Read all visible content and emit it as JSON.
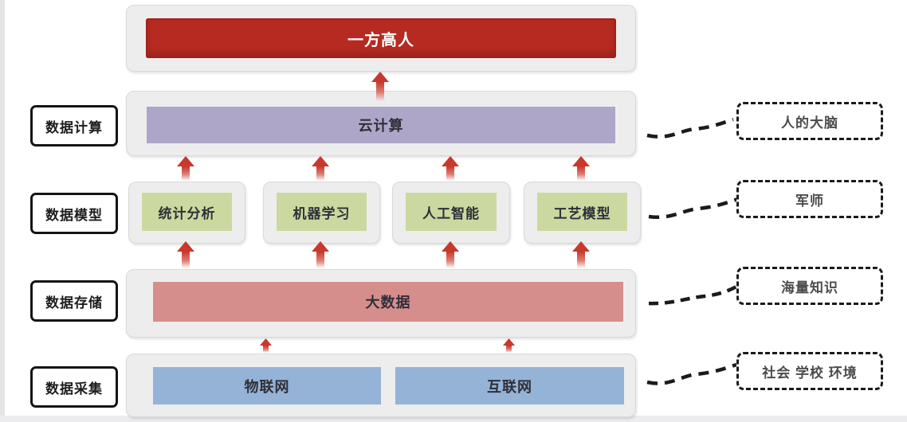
{
  "title": "big-data-architecture-diagram",
  "top_box": {
    "label": "一方高人"
  },
  "rows": [
    {
      "side_label": "数据计算",
      "bars": [
        "云计算"
      ],
      "annotation": "人的大脑"
    },
    {
      "side_label": "数据模型",
      "bars": [
        "统计分析",
        "机器学习",
        "人工智能",
        "工艺模型"
      ],
      "annotation": "军师"
    },
    {
      "side_label": "数据存储",
      "bars": [
        "大数据"
      ],
      "annotation": "海量知识"
    },
    {
      "side_label": "数据采集",
      "bars": [
        "物联网",
        "互联网"
      ],
      "annotation": "社会 学校 环境"
    }
  ],
  "colors": {
    "top_red": "#b62a21",
    "cloud_purple": "#aea6c9",
    "model_green": "#cbd9a0",
    "storage_pink": "#d68e8d",
    "collect_blue": "#95b3d7",
    "arrow_red": "#c8382c",
    "container_gray": "#ededee"
  }
}
